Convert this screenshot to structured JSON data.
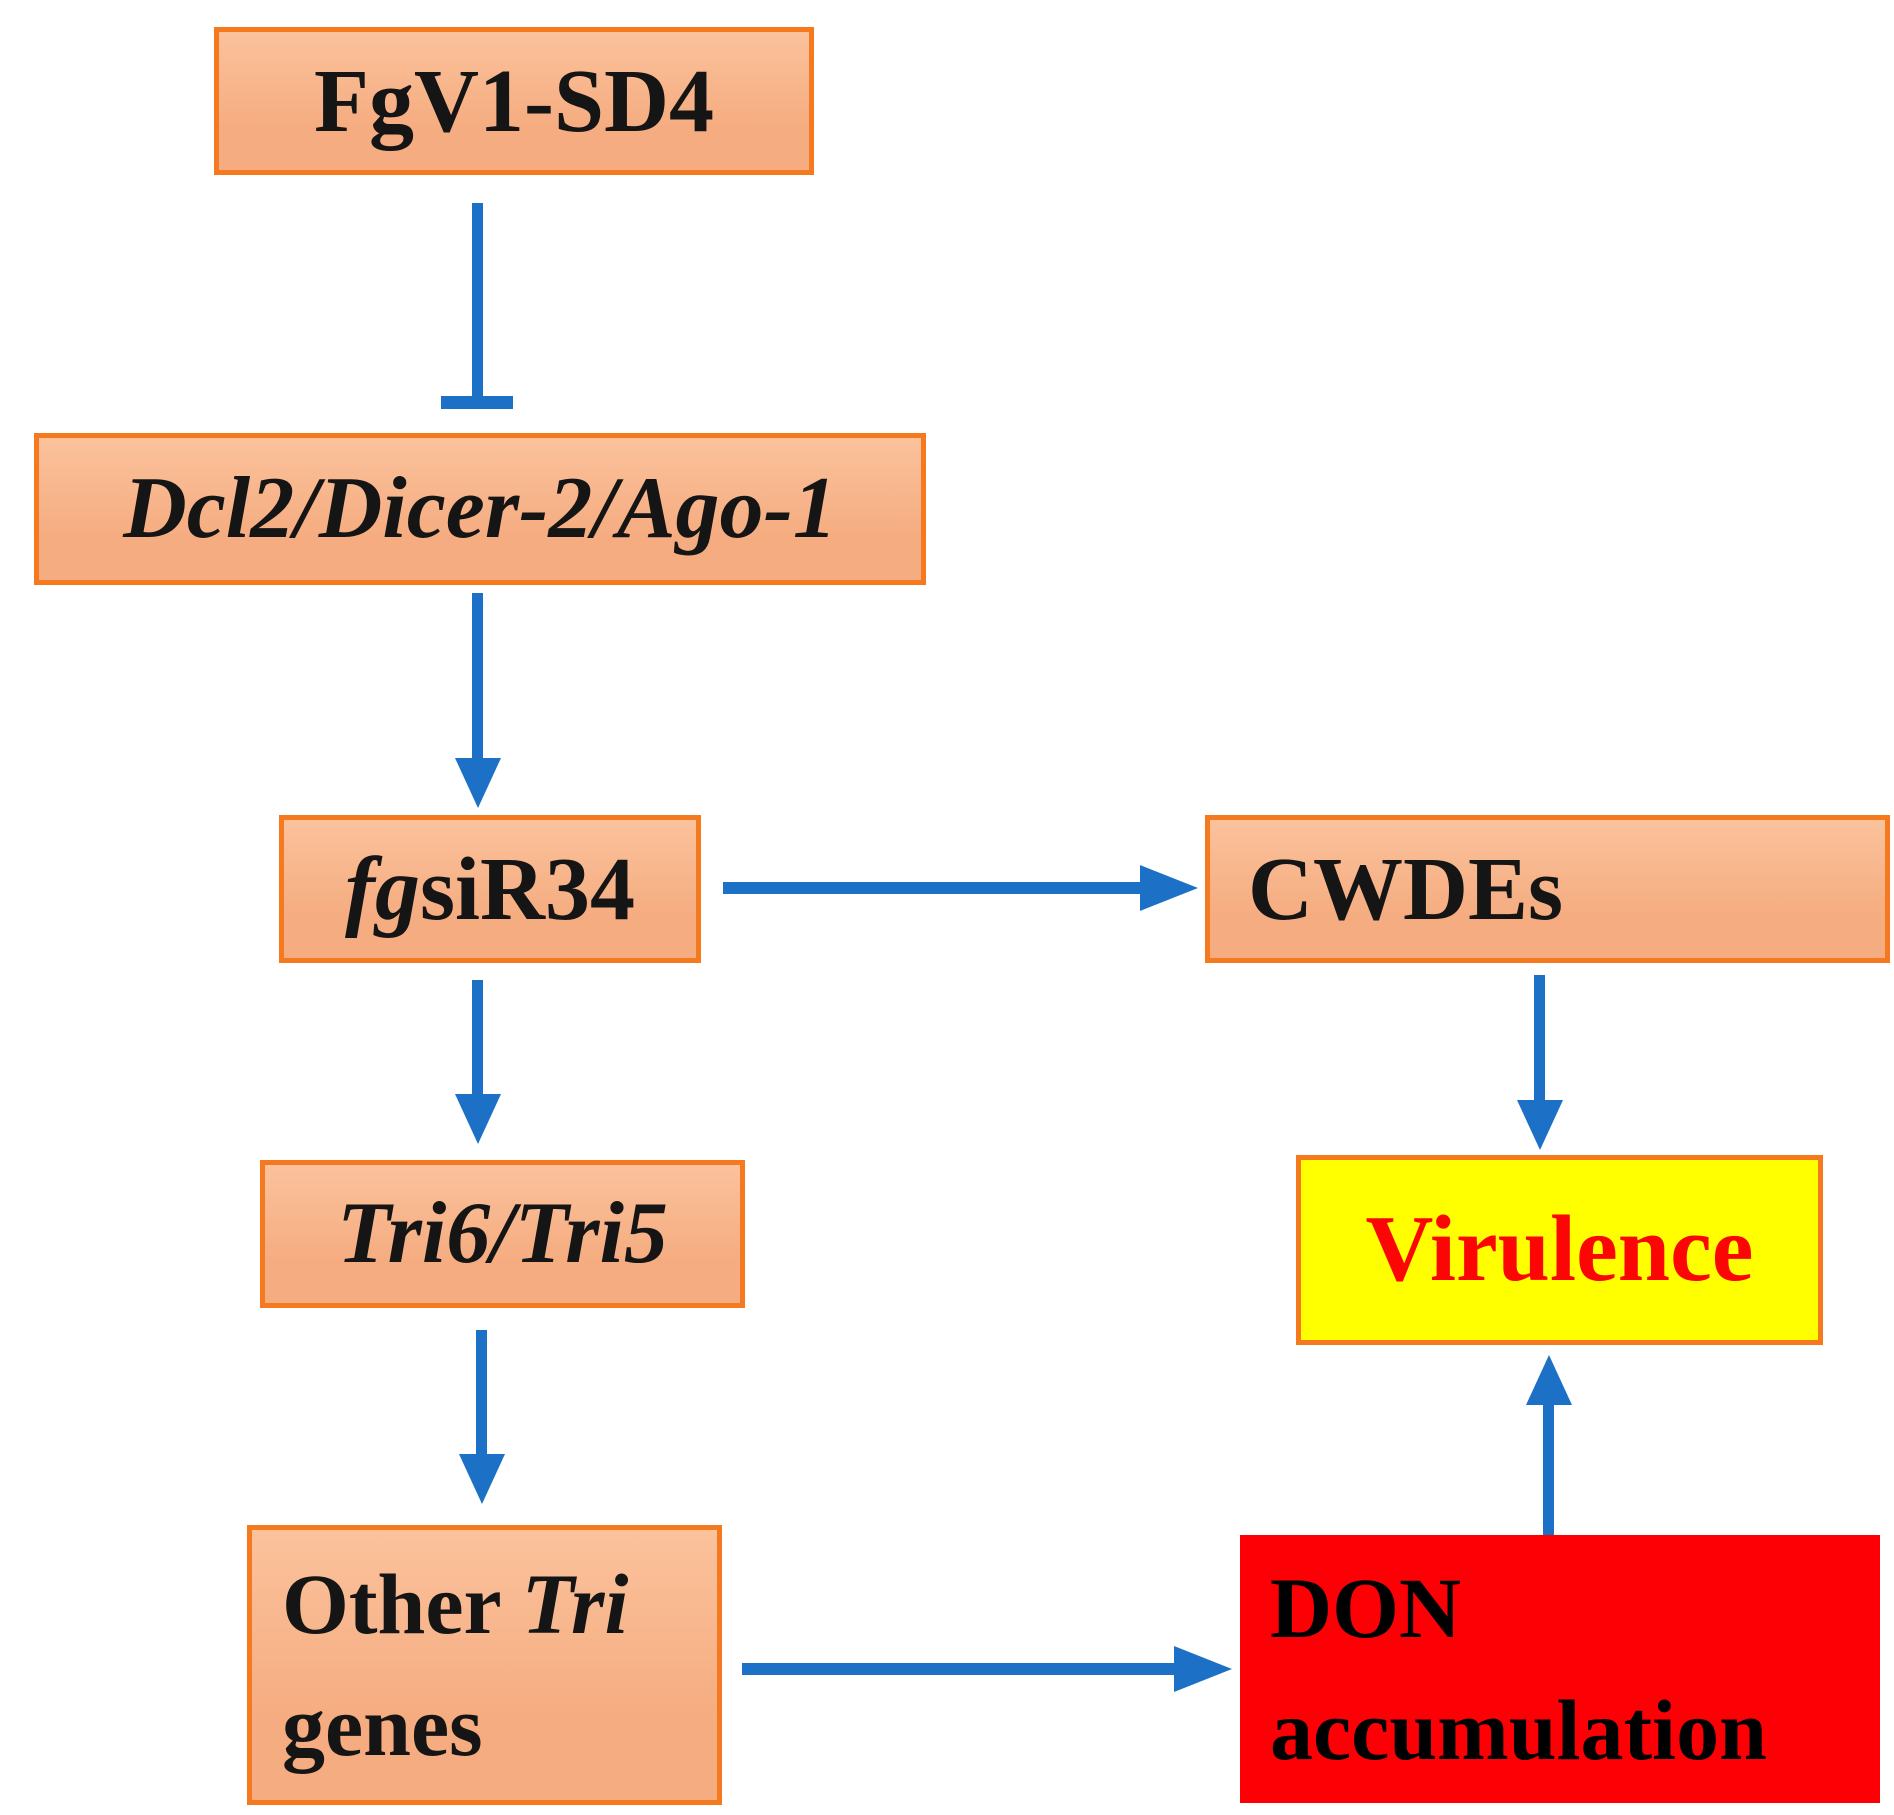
{
  "colors": {
    "node_fill": "#f5ac80",
    "node_fill_light": "#fbc29c",
    "node_border": "#f4791f",
    "arrow_blue": "#1c70c5",
    "virulence_fill": "#ffff00",
    "virulence_text": "#fb0505",
    "don_fill": "#fd0005",
    "text_black": "#151515"
  },
  "nodes": {
    "fgv1": {
      "label": "FgV1-SD4"
    },
    "dcl2": {
      "label": "Dcl2/Dicer-2/Ago-1"
    },
    "fgsir34": {
      "label_italic": "fg",
      "label_rest": "siR34"
    },
    "cwdes": {
      "label": "CWDEs"
    },
    "tri6": {
      "label": "Tri6/Tri5"
    },
    "virulence": {
      "label": "Virulence"
    },
    "other_tri": {
      "line1_regular": "Other ",
      "line1_italic": "Tri",
      "line2": "genes"
    },
    "don": {
      "line1": "DON",
      "line2": "accumulation"
    }
  },
  "edges": [
    {
      "from": "FgV1-SD4",
      "to": "Dcl2/Dicer-2/Ago-1",
      "type": "inhibition"
    },
    {
      "from": "Dcl2/Dicer-2/Ago-1",
      "to": "fgsiR34",
      "type": "activation"
    },
    {
      "from": "fgsiR34",
      "to": "CWDEs",
      "type": "activation"
    },
    {
      "from": "fgsiR34",
      "to": "Tri6/Tri5",
      "type": "activation"
    },
    {
      "from": "Tri6/Tri5",
      "to": "Other Tri genes",
      "type": "activation"
    },
    {
      "from": "Other Tri genes",
      "to": "DON accumulation",
      "type": "activation"
    },
    {
      "from": "CWDEs",
      "to": "Virulence",
      "type": "activation"
    },
    {
      "from": "DON accumulation",
      "to": "Virulence",
      "type": "activation"
    }
  ]
}
